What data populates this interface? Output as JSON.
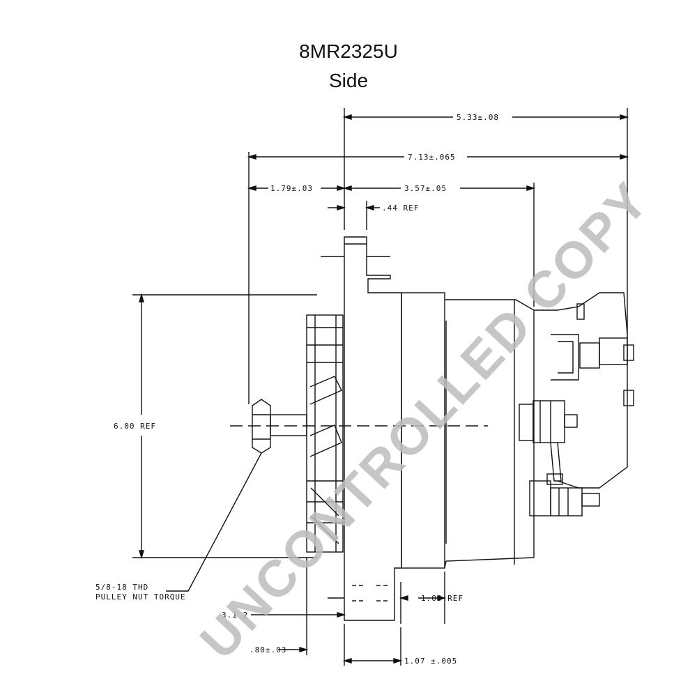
{
  "header": {
    "model": "8MR2325U",
    "view": "Side"
  },
  "dimensions": {
    "overall_rear": "5.33±.08",
    "overall_length": "7.13±.065",
    "front_to_flange": "1.79±.03",
    "flange_to_rear": "3.57±.05",
    "flange_thickness": ".44 REF",
    "pulley_diameter": "6.00 REF",
    "mount_ear": "1.00 REF",
    "front_ear": "3.1 2",
    "ear_offset": ".80±.03",
    "ear_width": "1.07 ±.005"
  },
  "callouts": {
    "nut_line1": "5/8-18 THD",
    "nut_line2": "PULLEY NUT TORQUE"
  },
  "watermark": {
    "text": "UNCONTROLLED COPY",
    "color": "#bdbdbd"
  }
}
